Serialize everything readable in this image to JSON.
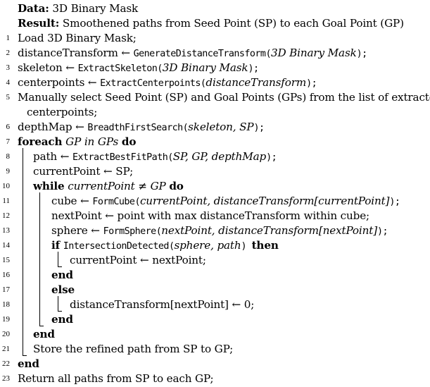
{
  "header": {
    "data_label": "Data:",
    "data_text": "3D Binary Mask",
    "result_label": "Result:",
    "result_text": "Smoothened paths from Seed Point (SP) to each Goal Point (GP)"
  },
  "lines": [
    {
      "n": "1",
      "parts": [
        "Load 3D Binary Mask;"
      ]
    },
    {
      "n": "2",
      "parts": [
        "distanceTransform ← ",
        "GenerateDistanceTransform",
        "(",
        "3D Binary Mask",
        ");"
      ]
    },
    {
      "n": "3",
      "parts": [
        "skeleton ← ",
        "ExtractSkeleton",
        "(",
        "3D Binary Mask",
        ");"
      ]
    },
    {
      "n": "4",
      "parts": [
        "centerpoints ← ",
        "ExtractCenterpoints",
        "(",
        "distanceTransform",
        ");"
      ]
    },
    {
      "n": "5",
      "parts": [
        "Manually select Seed Point (SP) and Goal Points (GPs) from the list of extracted",
        "centerpoints;"
      ]
    },
    {
      "n": "6",
      "parts": [
        "depthMap ← ",
        "BreadthFirstSearch",
        "(",
        "skeleton, SP",
        ");"
      ]
    },
    {
      "n": "7",
      "parts": [
        "foreach",
        " ",
        "GP in GPs",
        " ",
        "do"
      ]
    },
    {
      "n": "8",
      "parts": [
        "path ← ",
        "ExtractBestFitPath",
        "(",
        "SP, GP, depthMap",
        ");"
      ]
    },
    {
      "n": "9",
      "parts": [
        "currentPoint ← SP;"
      ]
    },
    {
      "n": "10",
      "parts": [
        "while",
        " ",
        "currentPoint ≠ GP",
        " ",
        "do"
      ]
    },
    {
      "n": "11",
      "parts": [
        "cube ← ",
        "FormCube",
        "(",
        "currentPoint, distanceTransform[currentPoint]",
        ");"
      ]
    },
    {
      "n": "12",
      "parts": [
        "nextPoint ← point with max distanceTransform within cube;"
      ]
    },
    {
      "n": "13",
      "parts": [
        "sphere ← ",
        "FormSphere",
        "(",
        "nextPoint, distanceTransform[nextPoint]",
        ");"
      ]
    },
    {
      "n": "14",
      "parts": [
        "if",
        " ",
        "IntersectionDetected",
        "(",
        "sphere, path",
        ") ",
        "then"
      ]
    },
    {
      "n": "15",
      "parts": [
        "currentPoint ← nextPoint;"
      ]
    },
    {
      "n": "16",
      "parts": [
        "end"
      ]
    },
    {
      "n": "17",
      "parts": [
        "else"
      ]
    },
    {
      "n": "18",
      "parts": [
        "distanceTransform[nextPoint] ← 0;"
      ]
    },
    {
      "n": "19",
      "parts": [
        "end"
      ]
    },
    {
      "n": "20",
      "parts": [
        "end"
      ]
    },
    {
      "n": "21",
      "parts": [
        "Store the refined path from SP to GP;"
      ]
    },
    {
      "n": "22",
      "parts": [
        "end"
      ]
    },
    {
      "n": "23",
      "parts": [
        "Return all paths from SP to each GP;"
      ]
    }
  ]
}
